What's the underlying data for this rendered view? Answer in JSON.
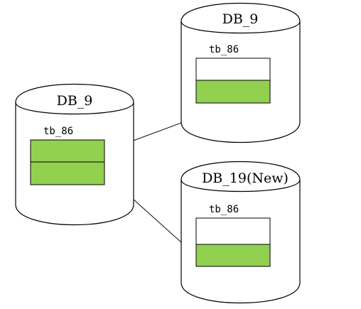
{
  "colors": {
    "filled": "#92d050",
    "empty": "#ffffff",
    "outline": "#000000"
  },
  "databases": [
    {
      "id": "source",
      "name": "DB_9",
      "table": "tb_86",
      "rows": [
        "filled",
        "filled"
      ]
    },
    {
      "id": "target-top",
      "name": "DB_9",
      "table": "tb_86",
      "rows": [
        "empty",
        "filled"
      ]
    },
    {
      "id": "target-new",
      "name": "DB_19(New)",
      "table": "tb_86",
      "rows": [
        "empty",
        "filled"
      ]
    }
  ],
  "links": [
    {
      "from_db": 0,
      "from_row": 0,
      "to_db": 1,
      "to_row": 1
    },
    {
      "from_db": 0,
      "from_row": 1,
      "to_db": 2,
      "to_row": 1
    }
  ]
}
